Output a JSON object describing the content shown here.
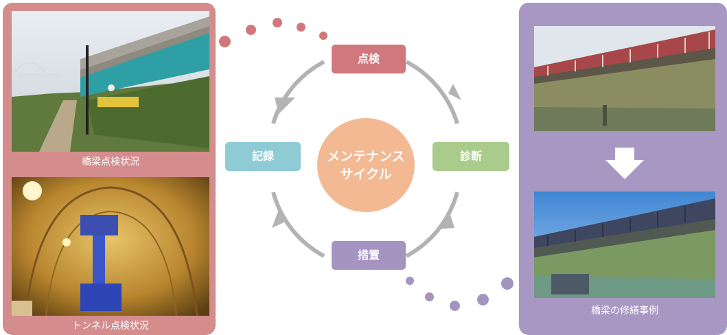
{
  "photos": {
    "bridge_inspection_caption": "橋梁点検状況",
    "tunnel_inspection_caption": "トンネル点検状況",
    "bridge_repair_caption": "橋梁の修繕事例"
  },
  "cycle": {
    "center_line1": "メンテナンス",
    "center_line2": "サイクル",
    "step_inspection": "点検",
    "step_diagnosis": "診断",
    "step_measures": "措置",
    "step_record": "記録"
  },
  "colors": {
    "left_panel": "#d48c8d",
    "right_panel": "#a897c3",
    "inspection": "#d1787c",
    "diagnosis": "#a9cb8c",
    "measures": "#a593c1",
    "record": "#8fcbd4",
    "center": "#f2b993",
    "arrows": "#b3b3b3"
  }
}
